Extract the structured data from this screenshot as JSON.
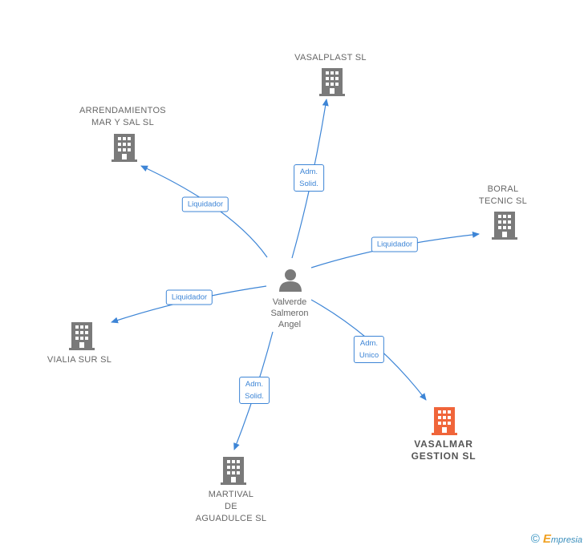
{
  "center": {
    "name": "Valverde\nSalmeron\nAngel",
    "icon": "person-icon"
  },
  "nodes": [
    {
      "id": "vasalplast",
      "name": "VASALPLAST SL",
      "icon": "building-icon",
      "highlight": false
    },
    {
      "id": "arrendamientos",
      "name": "ARRENDAMIENTOS\nMAR Y SAL SL",
      "icon": "building-icon",
      "highlight": false
    },
    {
      "id": "boral",
      "name": "BORAL\nTECNIC SL",
      "icon": "building-icon",
      "highlight": false
    },
    {
      "id": "vialia",
      "name": "VIALIA SUR SL",
      "icon": "building-icon",
      "highlight": false
    },
    {
      "id": "martival",
      "name": "MARTIVAL\nDE\nAGUADULCE SL",
      "icon": "building-icon",
      "highlight": false
    },
    {
      "id": "vasalmar",
      "name": "VASALMAR\nGESTION  SL",
      "icon": "building-icon",
      "highlight": true
    }
  ],
  "edges": [
    {
      "to": "vasalplast",
      "label": "Adm.\nSolid."
    },
    {
      "to": "arrendamientos",
      "label": "Liquidador"
    },
    {
      "to": "boral",
      "label": "Liquidador"
    },
    {
      "to": "vialia",
      "label": "Liquidador"
    },
    {
      "to": "martival",
      "label": "Adm.\nSolid."
    },
    {
      "to": "vasalmar",
      "label": "Adm.\nUnico"
    }
  ],
  "colors": {
    "edge": "#3d85d6",
    "building": "#7a7a7a",
    "highlight": "#f0653a",
    "person": "#7a7a7a"
  },
  "footer": {
    "copyright": "©",
    "brand_initial": "E",
    "brand_rest": "mpresia"
  }
}
